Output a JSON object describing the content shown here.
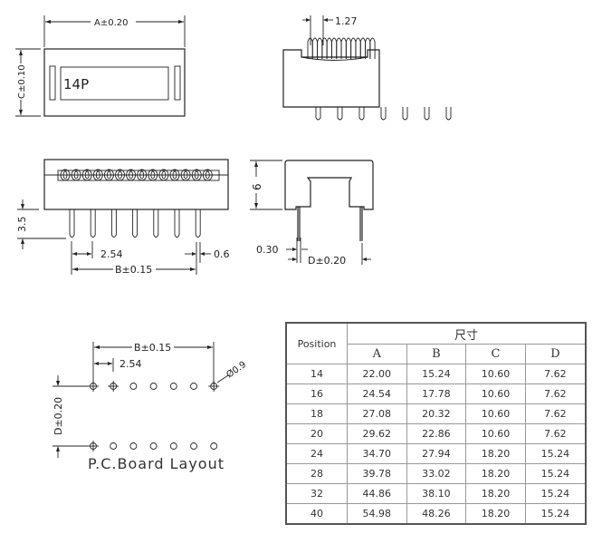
{
  "top_view": {
    "label": "14P",
    "dim_width": "A±0.20",
    "dim_height": "C±0.10"
  },
  "side_view_top": {
    "dim_pitch_contacts": "1.27"
  },
  "front_view": {
    "dim_pin_length": "3.5",
    "dim_pitch": "2.54",
    "dim_pin_width": "0.6",
    "dim_span": "B±0.15"
  },
  "end_view": {
    "dim_height": "6",
    "dim_pin_thickness": "0.30",
    "dim_row_spacing": "D±0.20"
  },
  "pcb_layout": {
    "title": "P.C.Board Layout",
    "dim_span": "B±0.15",
    "dim_pitch": "2.54",
    "dim_hole": "Ø0.9",
    "dim_row_spacing": "D±0.20"
  },
  "table": {
    "position_header": "Position",
    "group_header": "尺寸",
    "columns": [
      "A",
      "B",
      "C",
      "D"
    ],
    "rows": [
      {
        "position": "14",
        "A": "22.00",
        "B": "15.24",
        "C": "10.60",
        "D": "7.62"
      },
      {
        "position": "16",
        "A": "24.54",
        "B": "17.78",
        "C": "10.60",
        "D": "7.62"
      },
      {
        "position": "18",
        "A": "27.08",
        "B": "20.32",
        "C": "10.60",
        "D": "7.62"
      },
      {
        "position": "20",
        "A": "29.62",
        "B": "22.86",
        "C": "10.60",
        "D": "7.62"
      },
      {
        "position": "24",
        "A": "34.70",
        "B": "27.94",
        "C": "18.20",
        "D": "15.24"
      },
      {
        "position": "28",
        "A": "39.78",
        "B": "33.02",
        "C": "18.20",
        "D": "15.24"
      },
      {
        "position": "32",
        "A": "44.86",
        "B": "38.10",
        "C": "18.20",
        "D": "15.24"
      },
      {
        "position": "40",
        "A": "54.98",
        "B": "48.26",
        "C": "18.20",
        "D": "15.24"
      }
    ]
  }
}
